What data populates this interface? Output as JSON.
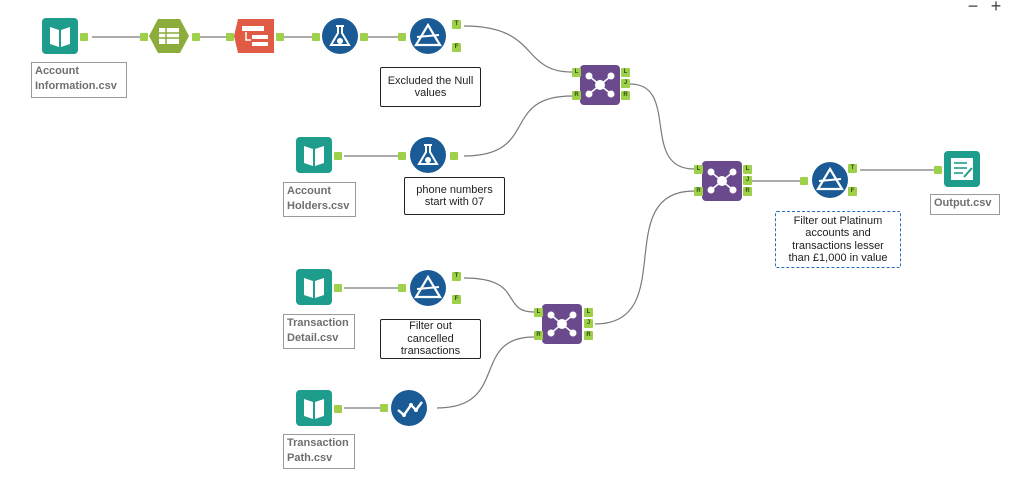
{
  "zoom": {
    "minus": "−",
    "plus": "+"
  },
  "tools": {
    "input1": {
      "label": "Account Information.csv"
    },
    "input2": {
      "label": "Account Holders.csv"
    },
    "input3": {
      "label": "Transaction Detail.csv"
    },
    "input4": {
      "label": "Transaction Path.csv"
    },
    "output": {
      "label": "Output.csv"
    }
  },
  "comments": {
    "c1": "Excluded the Null values",
    "c2": "phone numbers start with 07",
    "c3": "Filter out cancelled transactions",
    "c4": "Filter out Platinum accounts and transactions lesser than £1,000 in value"
  },
  "anchors": {
    "true": "T",
    "false": "F",
    "left": "L",
    "join": "J",
    "right": "R"
  },
  "colors": {
    "input_teal": "#1e9c8c",
    "autofield_green": "#8cac3c",
    "select_red": "#e05a44",
    "tool_blue": "#1a5b96",
    "join_purple": "#6a4a8c",
    "anchor_green": "#9fd04a",
    "connector": "#7a7a7a"
  }
}
